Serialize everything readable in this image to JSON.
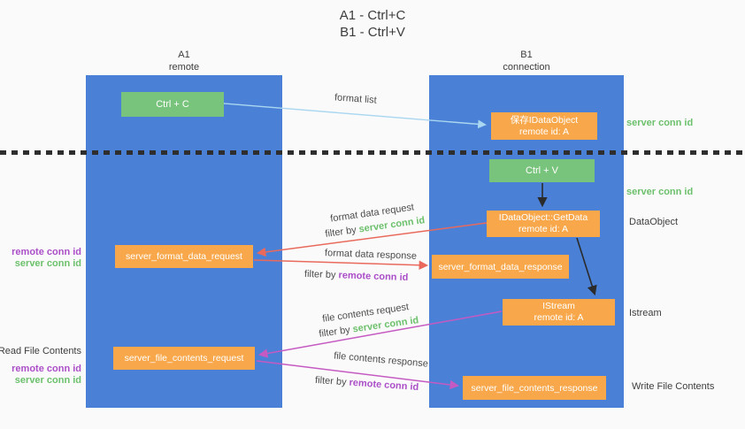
{
  "title": {
    "line1": "A1 - Ctrl+C",
    "line2": "B1 - Ctrl+V"
  },
  "lanes": {
    "a": {
      "id": "A1",
      "label": "remote"
    },
    "b": {
      "id": "B1",
      "label": "connection"
    }
  },
  "nodes": {
    "ctrl_c": {
      "label": "Ctrl + C"
    },
    "save_idataobject": {
      "line1": "保存IDataObject",
      "line2": "remote id: A"
    },
    "ctrl_v": {
      "label": "Ctrl + V"
    },
    "idataobject_getdata": {
      "line1": "IDataObject::GetData",
      "line2": "remote id: A"
    },
    "server_format_data_request": {
      "label": "server_format_data_request"
    },
    "server_format_data_response": {
      "label": "server_format_data_response"
    },
    "istream": {
      "line1": "IStream",
      "line2": "remote id: A"
    },
    "server_file_contents_request": {
      "label": "server_file_contents_request"
    },
    "server_file_contents_response": {
      "label": "server_file_contents_response"
    }
  },
  "edges": {
    "format_list": {
      "label": "format list"
    },
    "format_data_request": {
      "label": "format data request",
      "filter_prefix": "filter by ",
      "filter_value": "server conn id"
    },
    "format_data_response": {
      "label": "format data response",
      "filter_prefix": "filter by ",
      "filter_value": "remote conn id"
    },
    "file_contents_request": {
      "label": "file contents request",
      "filter_prefix": "filter by ",
      "filter_value": "server conn id"
    },
    "file_contents_response": {
      "label": "file contents response",
      "filter_prefix": "filter by ",
      "filter_value": "remote conn id"
    }
  },
  "side_labels": {
    "right": {
      "server_conn_id_1": "server conn id",
      "server_conn_id_2": "server conn id",
      "dataobject": "DataObject",
      "istream": "Istream",
      "write_file_contents": "Write File Contents"
    },
    "left": {
      "remote_conn_id_1": "remote conn id",
      "server_conn_id_1": "server conn id",
      "read_file_contents": "Read File Contents",
      "remote_conn_id_2": "remote conn id",
      "server_conn_id_2": "server conn id"
    }
  },
  "colors": {
    "lane_blue": "#4a80d6",
    "box_orange": "#f8a84b",
    "box_green": "#79c47c",
    "label_green": "#6cc06c",
    "label_purple": "#ab4fc8",
    "arrow_blue": "#a9d6f0",
    "arrow_salmon": "#e96a5c",
    "arrow_magenta": "#c55ac2",
    "arrow_black": "#2b2b2b"
  }
}
